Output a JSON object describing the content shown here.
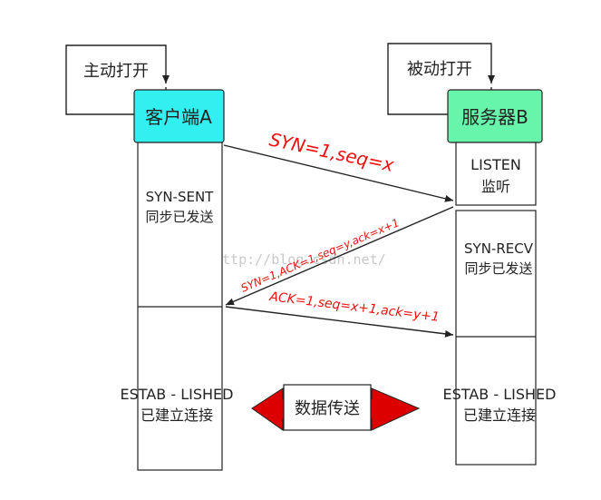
{
  "client": {
    "trigger_label": "主动打开",
    "title": "客户端A",
    "state1_line1": "SYN-SENT",
    "state1_line2": "同步已发送",
    "state2_line1": "ESTAB - LISHED",
    "state2_line2": "已建立连接"
  },
  "server": {
    "trigger_label": "被动打开",
    "title": "服务器B",
    "state0_line1": "LISTEN",
    "state0_line2": "监听",
    "state1_line1": "SYN-RECV",
    "state1_line2": "同步已发送",
    "state2_line1": "ESTAB - LISHED",
    "state2_line2": "已建立连接"
  },
  "messages": {
    "syn": "SYN=1,seq=x",
    "syn_ack": "SYN=1,ACK=1,seq=y,ack=x+1",
    "ack": "ACK=1,seq=x+1,ack=y+1"
  },
  "data_transfer": "数据传送",
  "watermark": "http://blog.csdn.net/",
  "colors": {
    "client_header": "#33f0f0",
    "server_header": "#66f5aa",
    "message_text": "#ee1111",
    "data_arrow": "#dd0000"
  }
}
